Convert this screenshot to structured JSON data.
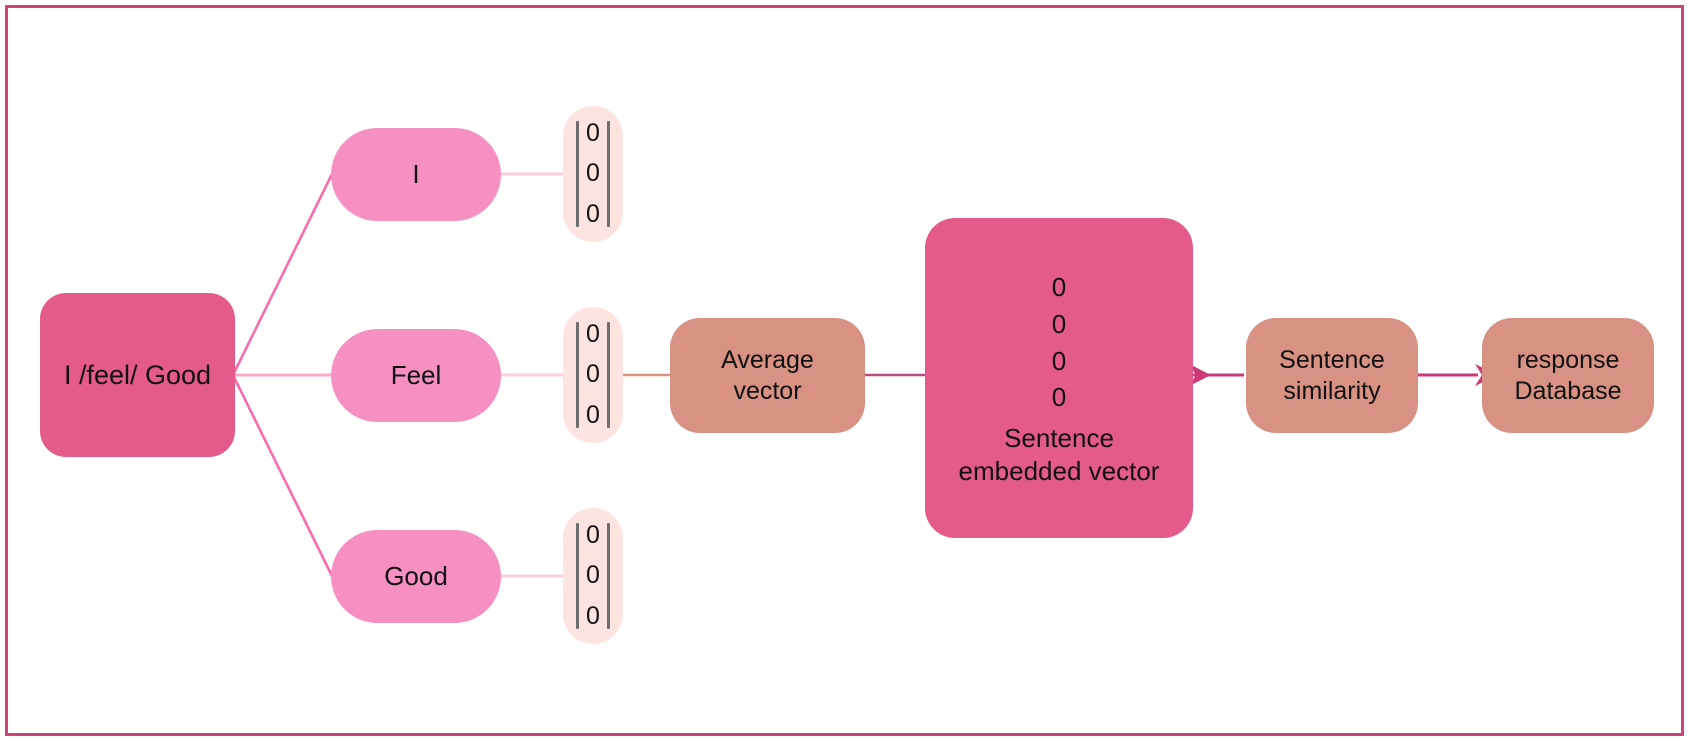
{
  "diagram": {
    "title_present": false,
    "border_color": "#cc447a",
    "background": "#ffffff",
    "colors": {
      "root_node": "#e45a8b",
      "token_node": "#f590c0",
      "vector_pill": "#fde4e1",
      "tan_node": "#d89284",
      "embed_node": "#e45a8b",
      "link_pink": "#f86cae",
      "link_soft": "#fbd0dd",
      "arrow_pink": "#cc3b77",
      "text": "#111111"
    }
  },
  "nodes": {
    "root": {
      "label": "I /feel/ Good"
    },
    "tokens": [
      {
        "label": "I"
      },
      {
        "label": "Feel"
      },
      {
        "label": "Good"
      }
    ],
    "token_vectors": [
      {
        "values": [
          "0",
          "0",
          "0"
        ]
      },
      {
        "values": [
          "0",
          "0",
          "0"
        ]
      },
      {
        "values": [
          "0",
          "0",
          "0"
        ]
      }
    ],
    "average_vector": {
      "label": "Average\nvector",
      "line1": "Average",
      "line2": "vector"
    },
    "sentence_embedded": {
      "values": [
        "0",
        "0",
        "0",
        "0"
      ],
      "caption_line1": "Sentence",
      "caption_line2": "embedded vector"
    },
    "sentence_similarity": {
      "line1": "Sentence",
      "line2": "similarity"
    },
    "response_database": {
      "line1": "response",
      "line2": "Database"
    }
  },
  "edges": [
    {
      "from": "root",
      "to": "token-i",
      "style": "line"
    },
    {
      "from": "root",
      "to": "token-feel",
      "style": "line"
    },
    {
      "from": "root",
      "to": "token-good",
      "style": "line"
    },
    {
      "from": "token-i",
      "to": "vector-i",
      "style": "line"
    },
    {
      "from": "token-feel",
      "to": "vector-feel",
      "style": "line"
    },
    {
      "from": "token-good",
      "to": "vector-good",
      "style": "line"
    },
    {
      "from": "vector-feel",
      "to": "average-vector",
      "style": "line"
    },
    {
      "from": "average-vector",
      "to": "sentence-embedded",
      "style": "line"
    },
    {
      "from": "sentence-similarity",
      "to": "sentence-embedded",
      "style": "arrow-left"
    },
    {
      "from": "sentence-similarity",
      "to": "response-database",
      "style": "arrow-right"
    }
  ]
}
